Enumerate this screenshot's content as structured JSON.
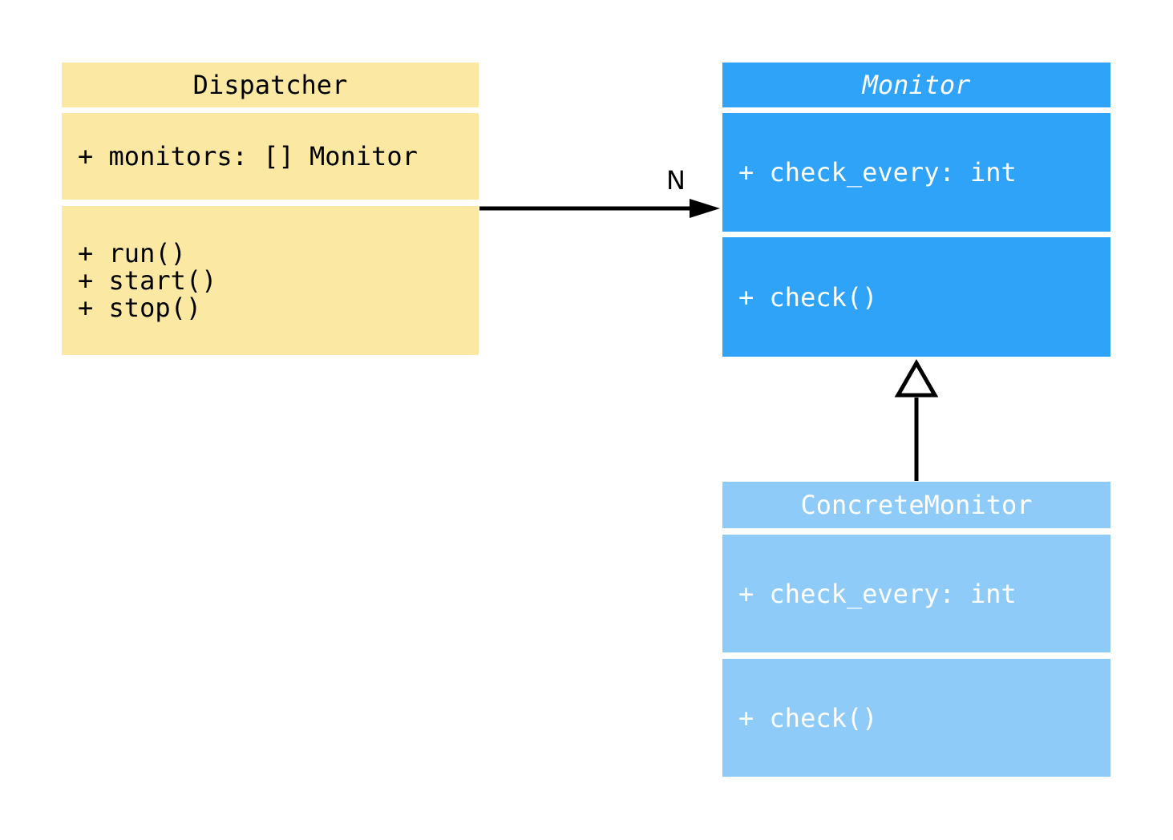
{
  "background": "#FFFFFF",
  "classes": [
    {
      "name": "Dispatcher",
      "abstract": false,
      "attributes": [
        "+ monitors: [] Monitor"
      ],
      "methods": [
        "+ run()",
        "+ start()",
        "+ stop()"
      ],
      "fill": "#FAE8A3",
      "text_color": "#000000"
    },
    {
      "name": "Monitor",
      "abstract": true,
      "attributes": [
        "+ check_every: int"
      ],
      "methods": [
        "+ check()"
      ],
      "fill": "#2EA3F7",
      "text_color": "#FFFFFF"
    },
    {
      "name": "ConcreteMonitor",
      "abstract": false,
      "attributes": [
        "+ check_every: int"
      ],
      "methods": [
        "+ check()"
      ],
      "fill": "#8FCBF9",
      "text_color": "#FFFFFF"
    }
  ],
  "relations": [
    {
      "type": "association",
      "from": "Dispatcher",
      "to": "Monitor",
      "label": "N",
      "color": "#000000"
    },
    {
      "type": "inheritance",
      "from": "ConcreteMonitor",
      "to": "Monitor",
      "color": "#000000"
    }
  ]
}
